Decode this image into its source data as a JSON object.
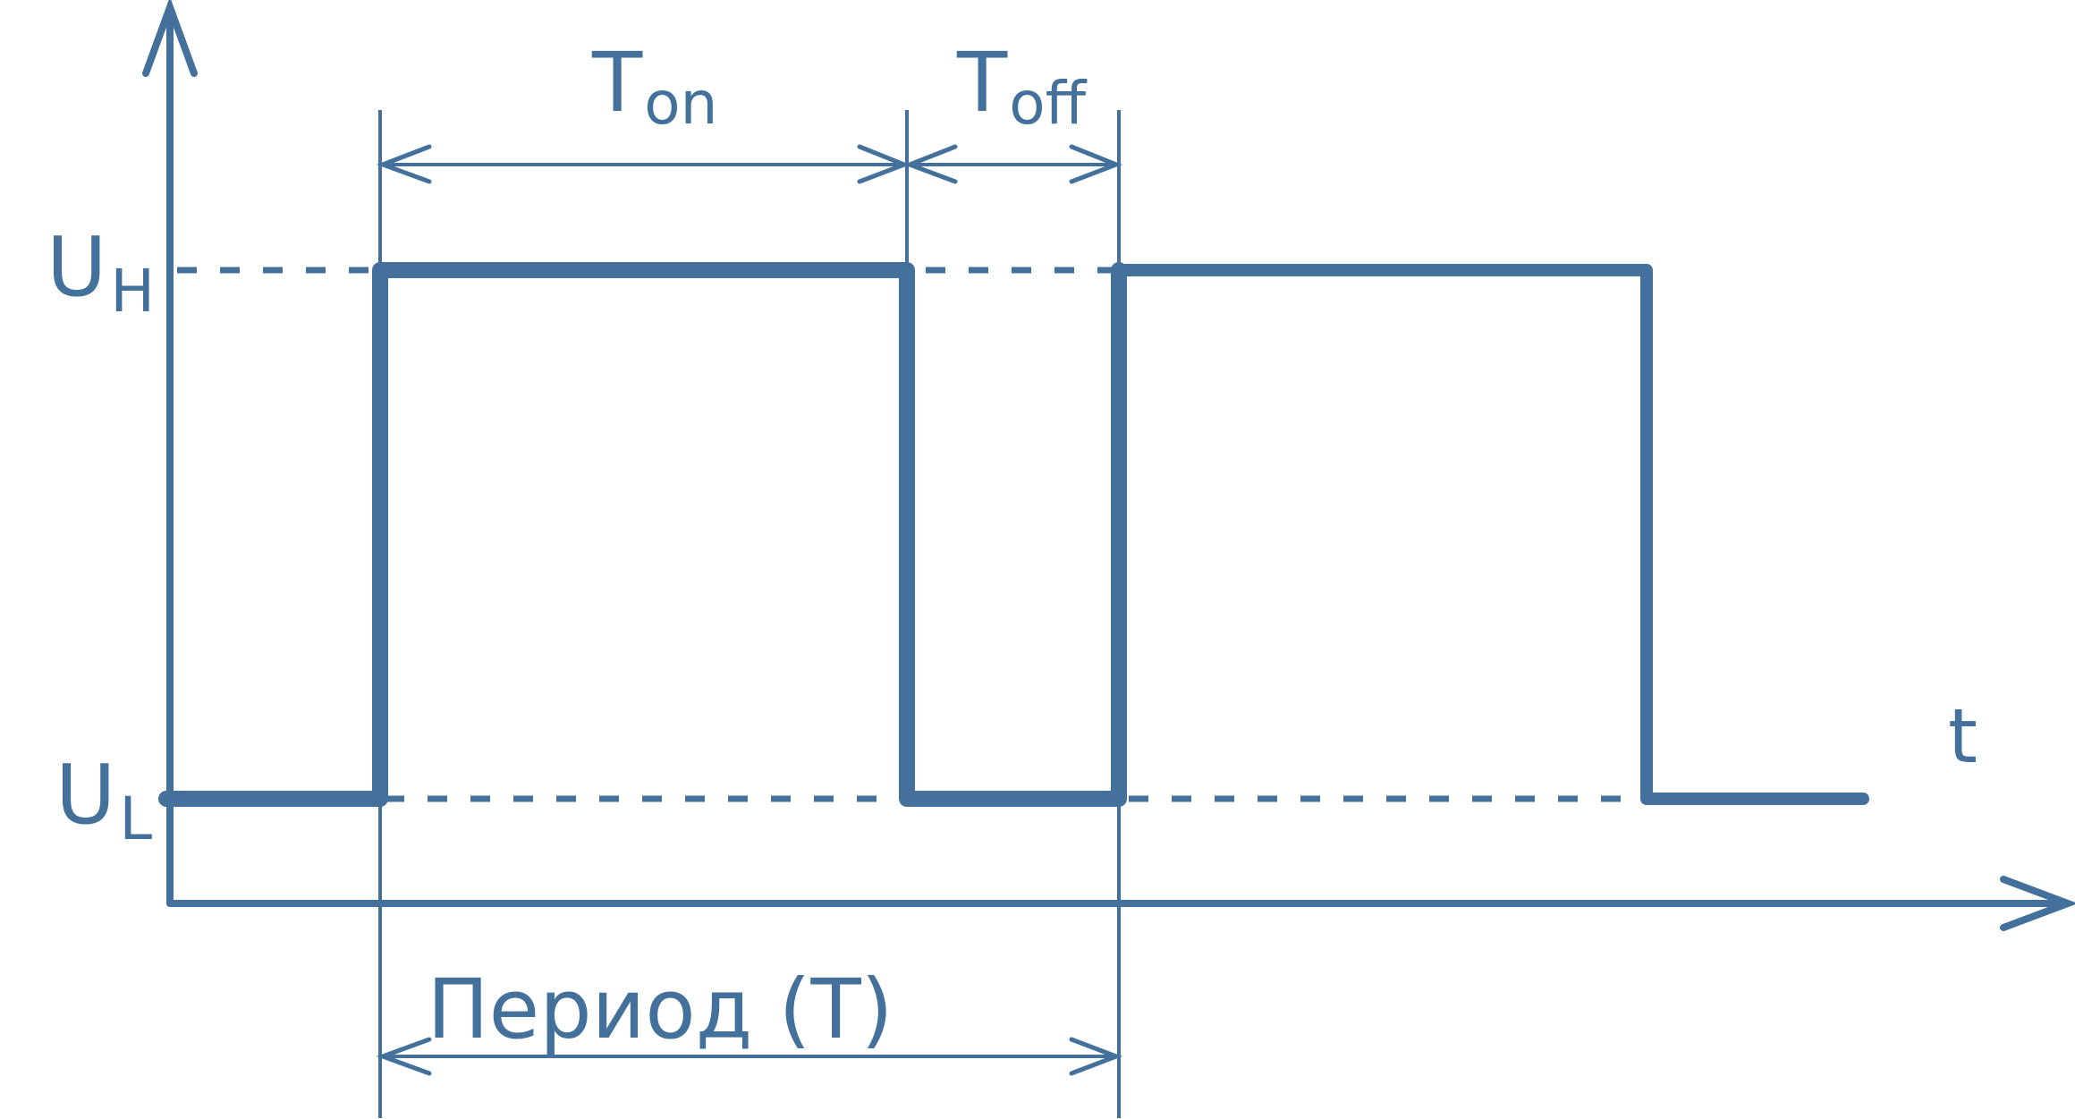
{
  "colors": {
    "stroke": "#44709c",
    "background": "#ffffff"
  },
  "labels": {
    "high_main": "U",
    "high_sub": "H",
    "low_main": "U",
    "low_sub": "L",
    "ton_main": "T",
    "ton_sub": "on",
    "toff_main": "T",
    "toff_sub": "off",
    "time_axis": "t",
    "period": "Период (T)"
  },
  "signal": {
    "levels": [
      "U_L",
      "U_H"
    ],
    "segments": [
      {
        "level": "U_L"
      },
      {
        "level": "U_H",
        "span": "T_on"
      },
      {
        "level": "U_L",
        "span": "T_off"
      },
      {
        "level": "U_H"
      },
      {
        "level": "U_L"
      }
    ]
  }
}
